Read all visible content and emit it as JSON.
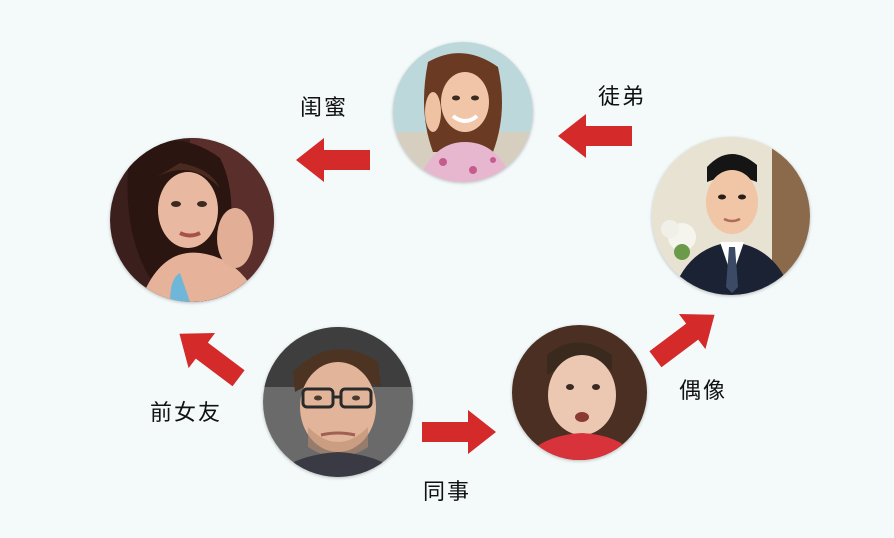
{
  "relations": {
    "best_friend": "闺蜜",
    "apprentice": "徒弟",
    "ex_girlfriend": "前女友",
    "colleague": "同事",
    "idol": "偶像"
  },
  "colors": {
    "arrow": "#d42a2a",
    "background": "#f4f9fa"
  },
  "people": [
    {
      "name": "person-woman-dark-hair"
    },
    {
      "name": "person-woman-smiling"
    },
    {
      "name": "person-man-suit"
    },
    {
      "name": "person-man-glasses"
    },
    {
      "name": "person-young-man"
    }
  ]
}
